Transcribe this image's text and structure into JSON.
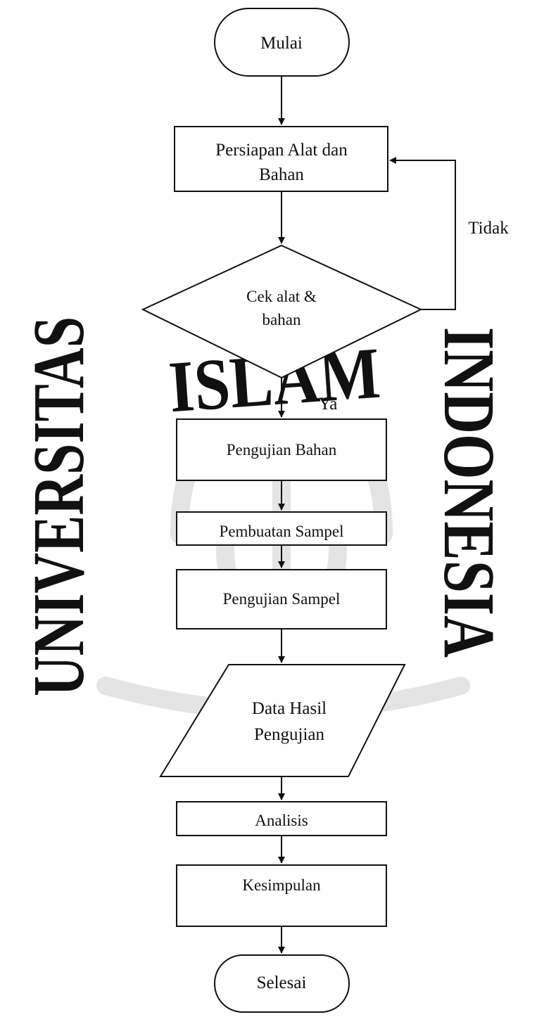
{
  "diagram": {
    "nodes": {
      "start": {
        "label": "Mulai",
        "shape": "terminator"
      },
      "prep": {
        "label_lines": [
          "Persiapan Alat dan",
          "Bahan"
        ],
        "shape": "process"
      },
      "check": {
        "label_lines": [
          "Cek alat &",
          "bahan"
        ],
        "shape": "decision"
      },
      "test_material": {
        "label": "Pengujian Bahan",
        "shape": "process"
      },
      "make_sample": {
        "label": "Pembuatan Sampel",
        "shape": "process"
      },
      "test_sample": {
        "label": "Pengujian Sampel",
        "shape": "process"
      },
      "data": {
        "label_lines": [
          "Data Hasil",
          "Pengujian"
        ],
        "shape": "data"
      },
      "analysis": {
        "label": "Analisis",
        "shape": "process"
      },
      "conclusion": {
        "label": "Kesimpulan",
        "shape": "process"
      },
      "end": {
        "label": "Selesai",
        "shape": "terminator"
      }
    },
    "edges": [
      {
        "from": "start",
        "to": "prep"
      },
      {
        "from": "prep",
        "to": "check"
      },
      {
        "from": "check",
        "to": "prep",
        "label": "Tidak"
      },
      {
        "from": "check",
        "to": "test_material",
        "label": "Ya"
      },
      {
        "from": "test_material",
        "to": "make_sample"
      },
      {
        "from": "make_sample",
        "to": "test_sample"
      },
      {
        "from": "test_sample",
        "to": "data"
      },
      {
        "from": "data",
        "to": "analysis"
      },
      {
        "from": "analysis",
        "to": "conclusion"
      },
      {
        "from": "conclusion",
        "to": "end"
      }
    ],
    "edge_labels": {
      "no": "Tidak",
      "yes": "Ya"
    }
  },
  "watermark": {
    "words": [
      "UNIVERSITAS",
      "ISLAM",
      "INDONESIA"
    ],
    "color": "#e2e2e2"
  }
}
